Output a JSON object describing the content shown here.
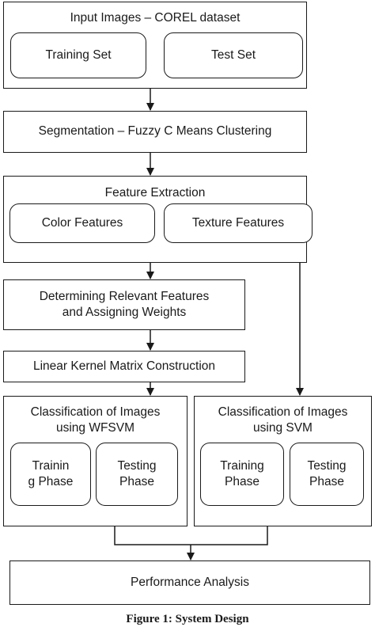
{
  "input_images": {
    "title": "Input Images – COREL dataset",
    "training_set": "Training Set",
    "test_set": "Test Set"
  },
  "segmentation": "Segmentation – Fuzzy C Means Clustering",
  "feature_extraction": {
    "title": "Feature Extraction",
    "color_features": "Color Features",
    "texture_features": "Texture Features"
  },
  "relevant_features": "Determining Relevant Features\nand Assigning Weights",
  "kernel_matrix": "Linear Kernel Matrix Construction",
  "wfsvm": {
    "title": "Classification of Images\nusing WFSVM",
    "training_phase": "Trainin\ng Phase",
    "testing_phase": "Testing\nPhase"
  },
  "svm": {
    "title": "Classification of Images\nusing SVM",
    "training_phase": "Training\nPhase",
    "testing_phase": "Testing\nPhase"
  },
  "performance_analysis": "Performance Analysis",
  "caption": "Figure 1: System Design"
}
